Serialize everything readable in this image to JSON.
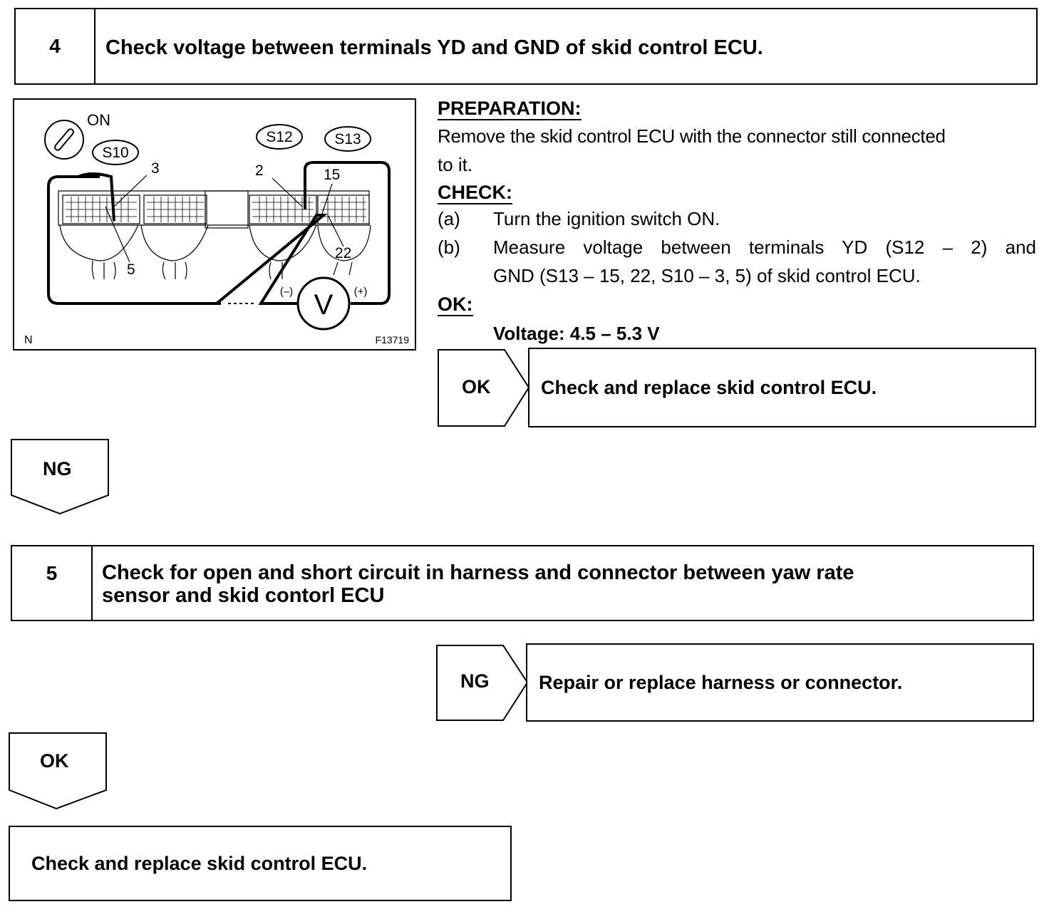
{
  "step4": {
    "number": "4",
    "title": "Check voltage between terminals YD and GND of skid control ECU."
  },
  "diagram": {
    "on_label": "ON",
    "connectors": [
      "S10",
      "S12",
      "S13"
    ],
    "pins": [
      "3",
      "5",
      "2",
      "15",
      "22"
    ],
    "meter_symbol": "V",
    "minus_label": "(–)",
    "plus_label": "(+)",
    "corner_label": "N",
    "figure_code": "F13719"
  },
  "preparation": {
    "heading": "PREPARATION:",
    "text_line1": "Remove the skid control ECU with the connector still connected",
    "text_line2": "to it."
  },
  "check": {
    "heading": "CHECK:",
    "items": [
      {
        "marker": "(a)",
        "lines": [
          "Turn the ignition switch ON."
        ]
      },
      {
        "marker": "(b)",
        "lines": [
          "Measure voltage between terminals YD (S12 – 2) and",
          "GND (S13 – 15, 22, S10 – 3, 5) of skid control ECU."
        ]
      }
    ]
  },
  "ok_spec": {
    "heading": "OK:",
    "value": "Voltage: 4.5 – 5.3 V"
  },
  "result_ok_4": {
    "tag": "OK",
    "text": "Check and replace skid control ECU."
  },
  "flow_ng_4": {
    "tag": "NG"
  },
  "step5": {
    "number": "5",
    "title_line1": "Check for open and short circuit in harness and connector between yaw rate",
    "title_line2": "sensor and skid contorl ECU"
  },
  "result_ng_5": {
    "tag": "NG",
    "text": "Repair or replace harness or connector."
  },
  "flow_ok_5": {
    "tag": "OK"
  },
  "final": {
    "text": "Check and replace skid control ECU."
  }
}
